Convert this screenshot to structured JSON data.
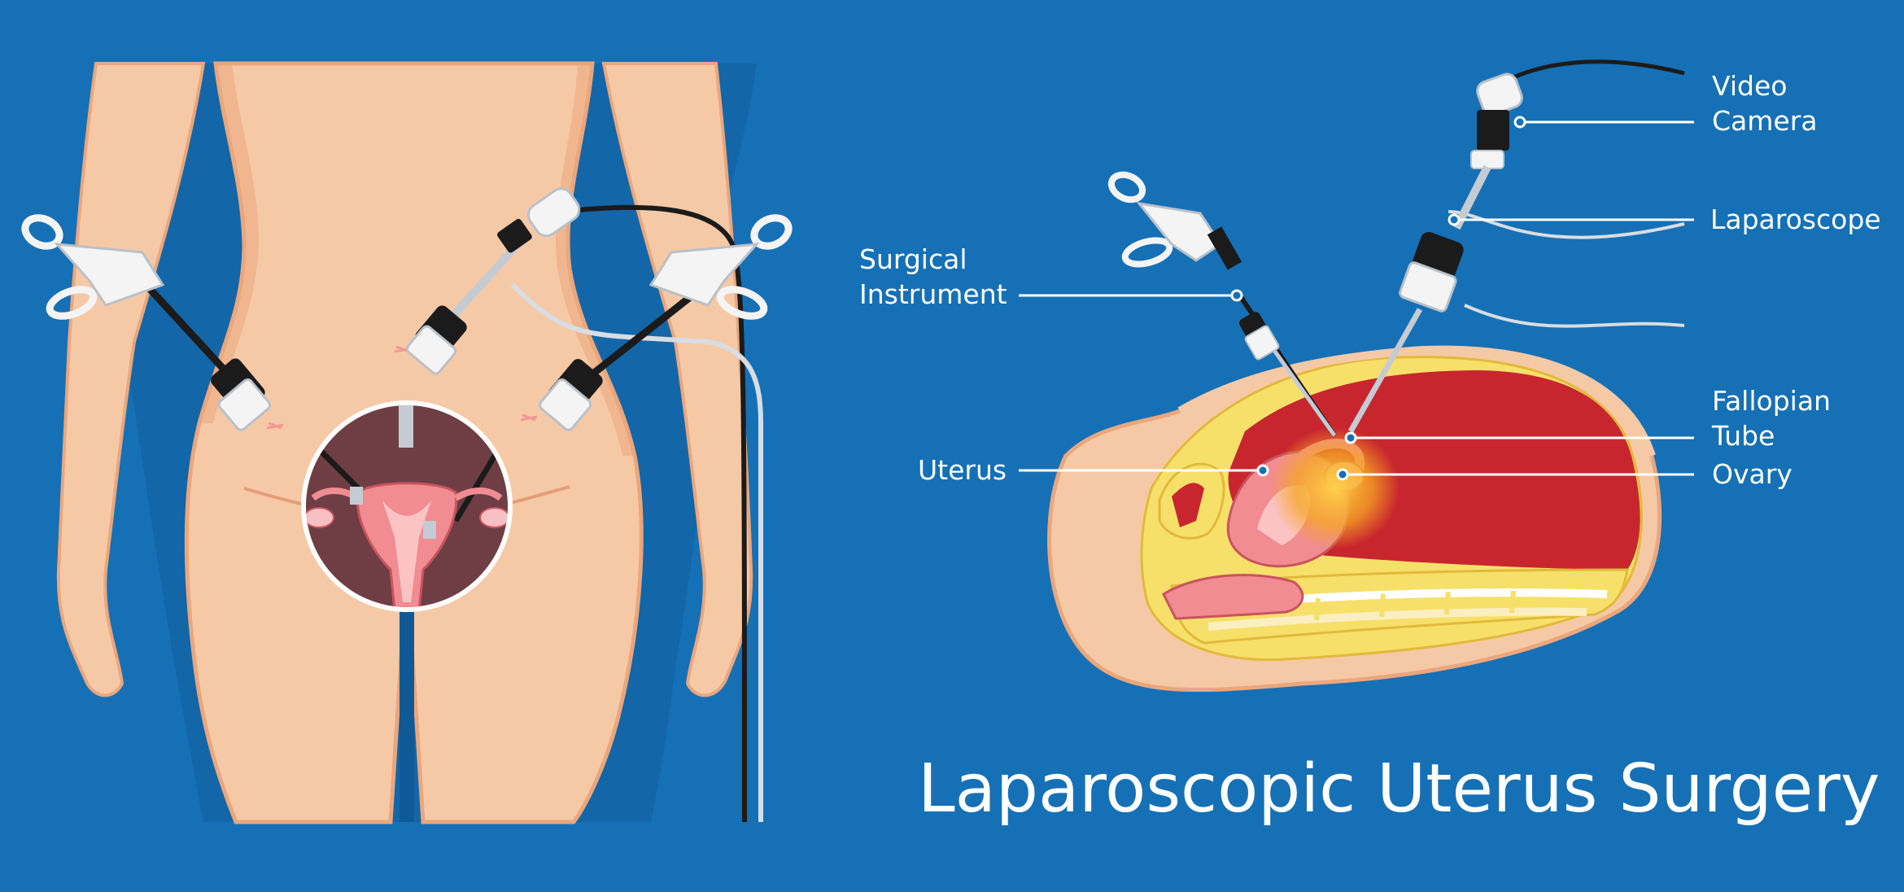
{
  "title": "Laparoscopic Uterus Surgery",
  "labels": {
    "video_camera": [
      "Video",
      "Camera"
    ],
    "laparoscope": "Laparoscope",
    "surgical_instrument": [
      "Surgical",
      "Instrument"
    ],
    "fallopian_tube": [
      "Fallopian",
      "Tube"
    ],
    "uterus": "Uterus",
    "ovary": "Ovary"
  },
  "colors": {
    "background": "#1670b6",
    "skin": "#f6c9a6",
    "skin_shadow": "#eba67c",
    "abdomen_red": "#c8262e",
    "fat_yellow": "#f7e06a",
    "organ_pink": "#f08c92",
    "scope_glow": "#f6a623",
    "instrument_white": "#f4f4f4",
    "instrument_black": "#1b1b1b"
  }
}
